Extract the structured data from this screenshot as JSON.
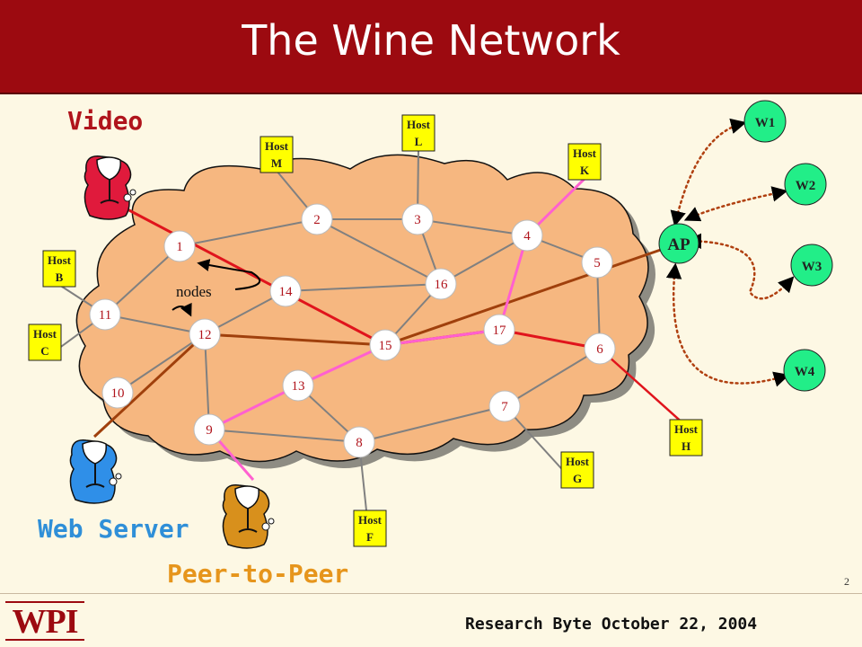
{
  "title": "The Wine Network",
  "captions": {
    "video": "Video",
    "web_server": "Web Server",
    "peer_to_peer": "Peer-to-Peer",
    "nodes": "nodes"
  },
  "page_number": "2",
  "footer": "Research Byte October 22, 2004",
  "logo_text": "WPI",
  "routers": [
    "1",
    "2",
    "3",
    "4",
    "5",
    "6",
    "7",
    "8",
    "9",
    "10",
    "11",
    "12",
    "13",
    "14",
    "15",
    "16",
    "17"
  ],
  "hosts": [
    {
      "key": "L",
      "line1": "Host",
      "line2": "L"
    },
    {
      "key": "M",
      "line1": "Host",
      "line2": "M"
    },
    {
      "key": "K",
      "line1": "Host",
      "line2": "K"
    },
    {
      "key": "B",
      "line1": "Host",
      "line2": "B"
    },
    {
      "key": "C",
      "line1": "Host",
      "line2": "C"
    },
    {
      "key": "H",
      "line1": "Host",
      "line2": "H"
    },
    {
      "key": "G",
      "line1": "Host",
      "line2": "G"
    },
    {
      "key": "F",
      "line1": "Host",
      "line2": "F"
    }
  ],
  "access_point": "AP",
  "wireless_nodes": [
    "W1",
    "W2",
    "W3",
    "W4"
  ],
  "colors": {
    "title_bg": "#9c0a10",
    "cloud": "#f6b780",
    "router": "#ffffff",
    "router_text": "#b0141c",
    "host_bg": "#ffff00",
    "wireless_node": "#22ee88",
    "link_gray": "#808080",
    "path_video": "#e0141c",
    "path_web": "#a0400c",
    "path_p2p": "#ff60d0",
    "path_wireless": "#b04010"
  }
}
